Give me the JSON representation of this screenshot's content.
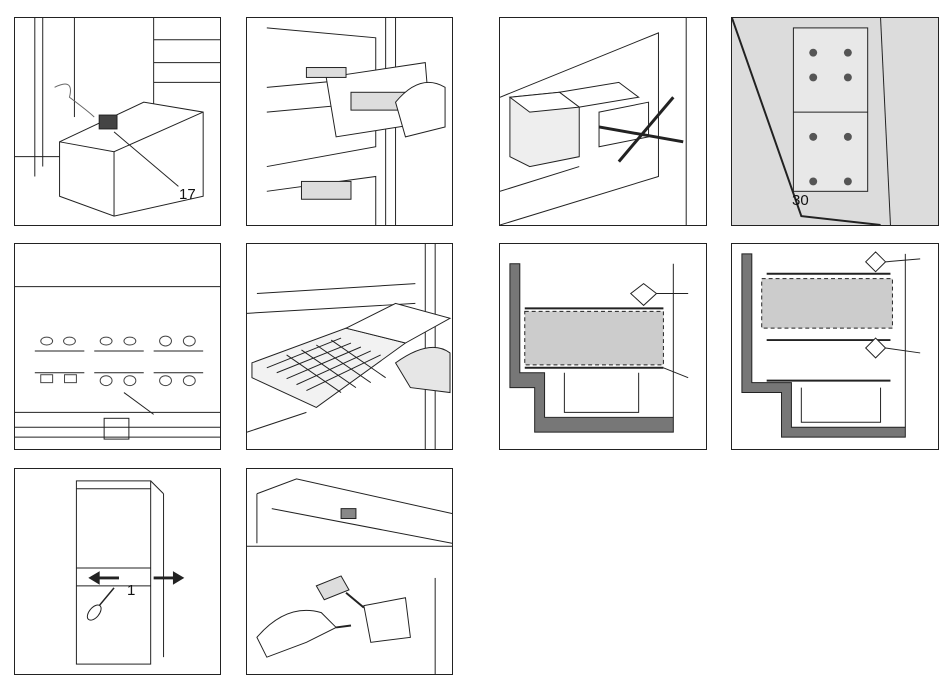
{
  "figures": [
    {
      "id": "drawer-ice",
      "callout": "17"
    },
    {
      "id": "freezer-drawers",
      "callout": ""
    },
    {
      "id": "no-block-vents",
      "callout": ""
    },
    {
      "id": "accumulator-plate",
      "callout": "30"
    },
    {
      "id": "symbol-chart",
      "callout": ""
    },
    {
      "id": "ice-tray",
      "callout": ""
    },
    {
      "id": "storage-limit-1",
      "callout": ""
    },
    {
      "id": "storage-limit-2",
      "callout": ""
    },
    {
      "id": "door-reverse",
      "callout": "1"
    },
    {
      "id": "lamp-replace",
      "callout": ""
    }
  ]
}
